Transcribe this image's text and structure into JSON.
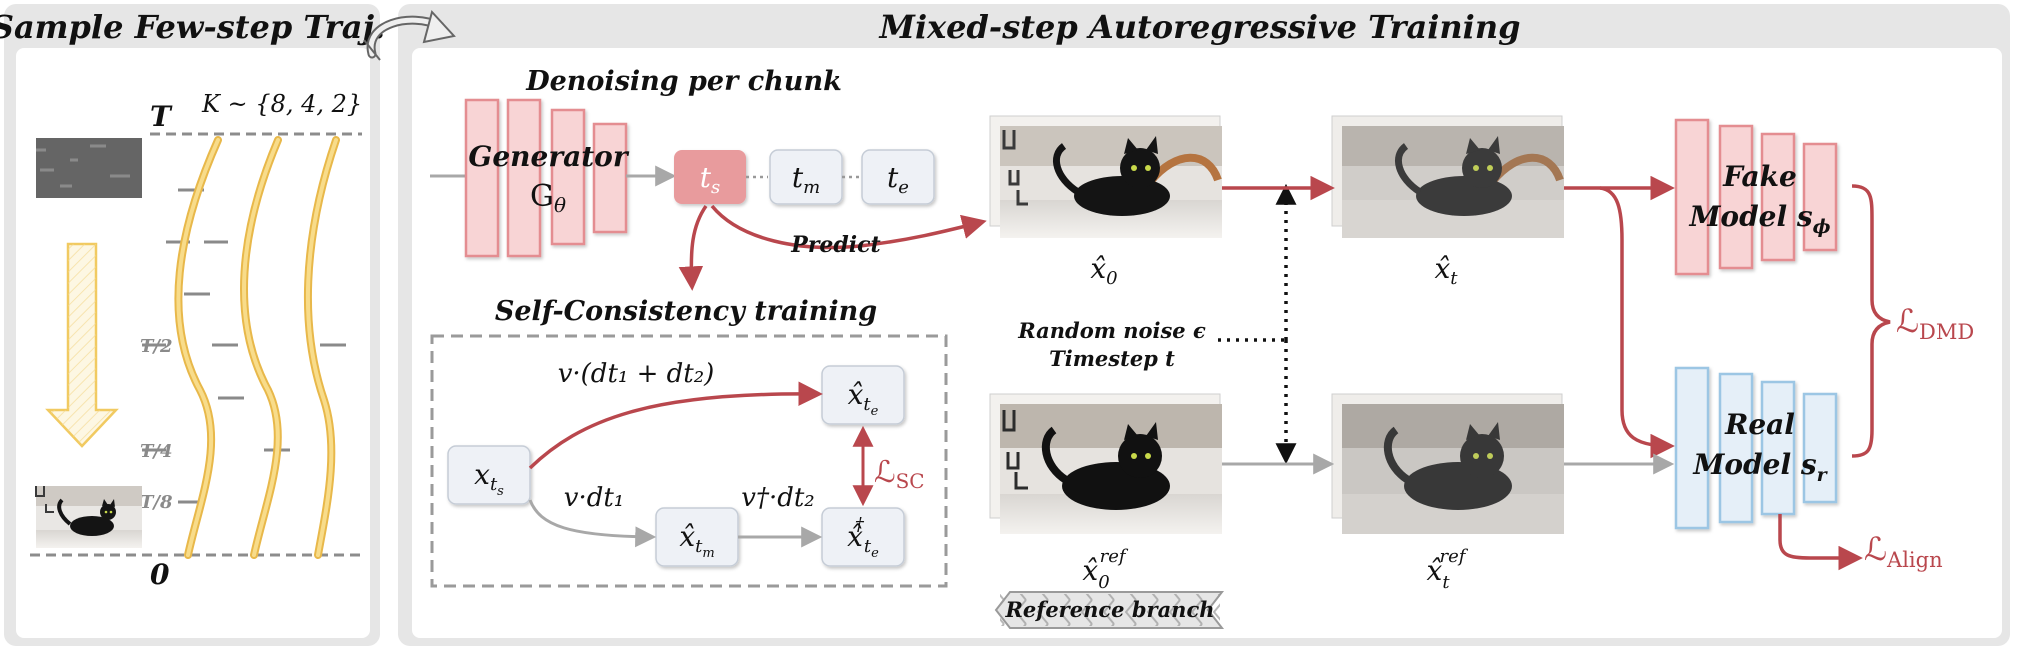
{
  "left_panel": {
    "title": "Sample Few-step Traj.",
    "k_label": "K ~ {8, 4, 2}",
    "t_top": "T",
    "t_bottom": "0",
    "ticks": [
      "T/2",
      "T/4",
      "T/8"
    ]
  },
  "right_panel": {
    "title": "Mixed-step Autoregressive Training"
  },
  "generator": {
    "heading": "Denoising per chunk",
    "name": "Generator",
    "symbol": "G",
    "symbol_sub": "θ"
  },
  "timesteps": {
    "ts": {
      "main": "t",
      "sub": "s"
    },
    "tm": {
      "main": "t",
      "sub": "m"
    },
    "te": {
      "main": "t",
      "sub": "e"
    }
  },
  "predict_label": "Predict",
  "self_consistency": {
    "heading": "Self-Consistency training",
    "node_start": {
      "main": "x",
      "sub": "t",
      "subsub": "s"
    },
    "node_mid": {
      "main": "x̂",
      "sub": "t",
      "subsub": "m"
    },
    "node_top": {
      "main": "x̂",
      "sub": "t",
      "subsub": "e"
    },
    "node_bottom": {
      "main": "x̂",
      "sup": "†",
      "sub": "t",
      "subsub": "e"
    },
    "label_top_arc": "v·(dt₁ + dt₂)",
    "label_dt1": "v·dt₁",
    "label_dt2": "v†·dt₂",
    "loss": {
      "main": "ℒ",
      "sub": "SC"
    }
  },
  "noise_label": {
    "line1": "Random noise ϵ",
    "line2": "Timestep t"
  },
  "images": {
    "x0": {
      "main": "x̂",
      "sub": "0"
    },
    "xt": {
      "main": "x̂",
      "sub": "t"
    },
    "x0ref": {
      "main": "x̂",
      "sub": "0",
      "sup": "ref"
    },
    "xtref": {
      "main": "x̂",
      "sub": "t",
      "sup": "ref"
    }
  },
  "reference_branch": "Reference branch",
  "fake_model": {
    "line1": "Fake",
    "line2": "Model s",
    "sub": "ϕ"
  },
  "real_model": {
    "line1": "Real",
    "line2": "Model s",
    "sub": "r"
  },
  "losses": {
    "dmd": {
      "main": "ℒ",
      "sub": "DMD"
    },
    "align": {
      "main": "ℒ",
      "sub": "Align"
    }
  },
  "colors": {
    "red": "#b9474d",
    "pink_fill": "#f8d4d5",
    "pink_stroke": "#e48d91",
    "blue_fill": "#e5eff8",
    "blue_stroke": "#9cc6e4",
    "ts_fill": "#e89b9d",
    "box_fill": "#eef1f6",
    "gold": "#f4cf6e"
  }
}
